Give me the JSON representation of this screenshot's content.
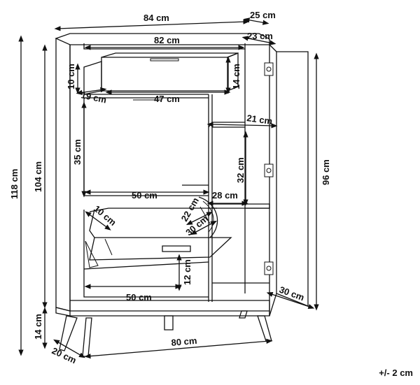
{
  "dimensions": {
    "total_width": "84 cm",
    "total_depth": "25 cm",
    "inner_width_top": "82 cm",
    "top_inner_depth": "23 cm",
    "drawer_height": "10 cm",
    "drawer_front_height": "14 cm",
    "drawer_depth": "19 cm",
    "drawer_width": "47 cm",
    "shelf_depth_right_top": "21 cm",
    "upper_compartment_height": "35 cm",
    "right_compartment_height": "32 cm",
    "upper_compartment_width": "50 cm",
    "right_shelf_depth": "28 cm",
    "flap_depth": "10 cm",
    "flap_inner_depth_a": "22 cm",
    "flap_inner_depth_b": "30 cm",
    "bottom_compartment_height": "12 cm",
    "bottom_compartment_width": "50 cm",
    "total_height": "118 cm",
    "body_height": "104 cm",
    "door_height": "96 cm",
    "door_depth": "30 cm",
    "leg_height": "14 cm",
    "leg_depth": "20 cm",
    "leg_span": "80 cm"
  },
  "tolerance": "+/- 2 cm"
}
